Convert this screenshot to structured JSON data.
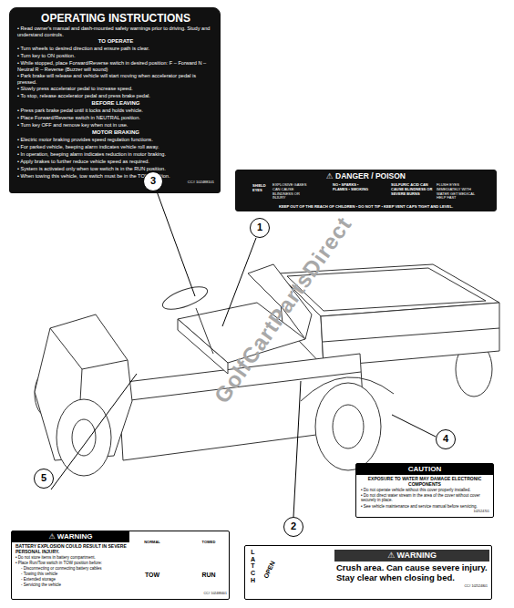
{
  "diagram": {
    "nodes": [
      {
        "text": [
          "OPERATING INSTRUCTIONS",
          "• Read owner's manual and dash-mounted safety warnings prior to driving. Study and understand controls.",
          "TO OPERATE",
          "• Turn wheels to desired direction and ensure path is clear.",
          "• Turn key to ON position.",
          "• While stopped, place Forward/Reverse switch in desired position: F – Forward N – Neutral R – Reverse (Buzzer will sound)",
          "• Park brake will release and vehicle will start moving when accelerator pedal is pressed.",
          "• Slowly press accelerator pedal to increase speed.",
          "• To stop, release accelerator pedal and press brake pedal.",
          "BEFORE LEAVING",
          "• Press park brake pedal until it locks and holds vehicle.",
          "• Place Forward/Reverse switch in NEUTRAL position.",
          "• Turn key OFF and remove key when not in use.",
          "MOTOR BRAKING",
          "• Electric motor braking provides speed regulation functions.",
          "• For parked vehicle, beeping alarm indicates vehicle roll away.",
          "• In operation, beeping alarm indicates reduction in motor braking.",
          "• Apply brakes to further reduce vehicle speed as required.",
          "• System is activated only when tow switch is in the RUN position.",
          "• When towing this vehicle, tow switch must be in the TOW position.",
          "CC# 102488101"
        ]
      },
      {
        "text": [
          "⚠ DANGER / POISON",
          "SHIELD EYES",
          "EXPLOSIVE GASES CAN CAUSE BLINDNESS OR INJURY",
          "NO • SPARKS • FLAMES • SMOKING",
          "SULFURIC ACID CAN CAUSE BLINDNESS OR SEVERE BURNS",
          "FLUSH EYES IMMEDIATELY WITH WATER GET MEDICAL HELP FAST",
          "KEEP OUT OF THE REACH OF CHILDREN • DO NOT TIP • KEEP VENT CAPS TIGHT AND LEVEL."
        ]
      },
      {
        "text": [
          "3"
        ]
      },
      {
        "text": [
          "1"
        ]
      },
      {
        "text": [
          "4"
        ]
      },
      {
        "text": [
          "CAUTION",
          "EXPOSURE TO WATER MAY DAMAGE ELECTRONIC COMPONENTS",
          "• Do not operate vehicle without this cover properly installed.",
          "• Do not direct water stream in the area of the cover without cover securely in place.",
          "• See vehicle maintenance and service manual before servicing.",
          "102524701"
        ]
      },
      {
        "text": [
          "5"
        ]
      },
      {
        "text": [
          "2"
        ]
      },
      {
        "text": [
          "⚠ WARNING",
          "BATTERY EXPLOSION COULD RESULT IN SEVERE PERSONAL INJURY.",
          "• Do not store items in battery compartment.",
          "• Place Run/Tow switch in TOW position before:",
          "- Disconnecting or connecting battery cables",
          "- Towing this vehicle",
          "- Extended storage",
          "- Servicing the vehicle",
          "NORMAL",
          "TOWED",
          "TOW",
          "RUN",
          "CC# 102488401"
        ]
      },
      {
        "text": [
          "LATCH",
          "OPEN",
          "⚠ WARNING",
          "Crush area. Can cause severe injury. Stay clear when closing bed.",
          "CC# 102524801"
        ]
      }
    ],
    "labels": [
      "GolfCartPartsDirect"
    ]
  }
}
